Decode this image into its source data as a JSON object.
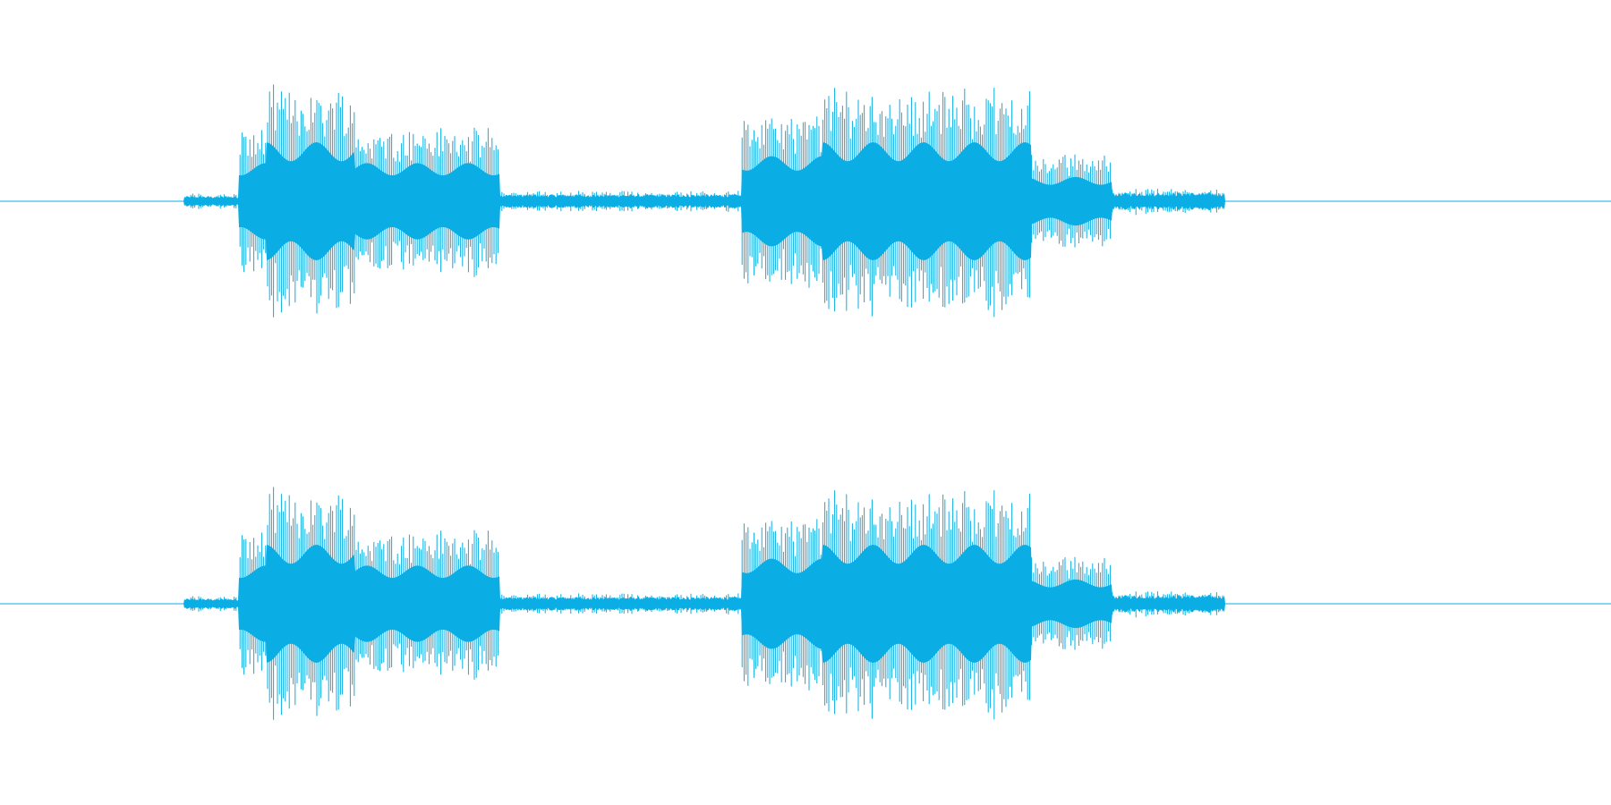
{
  "waveform": {
    "color": "#0aaee4",
    "background": "#ffffff",
    "channels": [
      {
        "name": ""
      },
      {
        "name": ""
      }
    ],
    "segments": [
      {
        "start": 0.114,
        "end": 0.148,
        "amp": 0.06,
        "kind": "noise"
      },
      {
        "start": 0.148,
        "end": 0.165,
        "amp": 0.55,
        "kind": "voiced"
      },
      {
        "start": 0.165,
        "end": 0.22,
        "amp": 0.85,
        "kind": "voiced"
      },
      {
        "start": 0.22,
        "end": 0.31,
        "amp": 0.55,
        "kind": "voiced"
      },
      {
        "start": 0.31,
        "end": 0.46,
        "amp": 0.08,
        "kind": "noise"
      },
      {
        "start": 0.46,
        "end": 0.51,
        "amp": 0.65,
        "kind": "voiced"
      },
      {
        "start": 0.51,
        "end": 0.64,
        "amp": 0.85,
        "kind": "voiced"
      },
      {
        "start": 0.64,
        "end": 0.69,
        "amp": 0.35,
        "kind": "voiced"
      },
      {
        "start": 0.69,
        "end": 0.76,
        "amp": 0.1,
        "kind": "noise"
      }
    ]
  }
}
